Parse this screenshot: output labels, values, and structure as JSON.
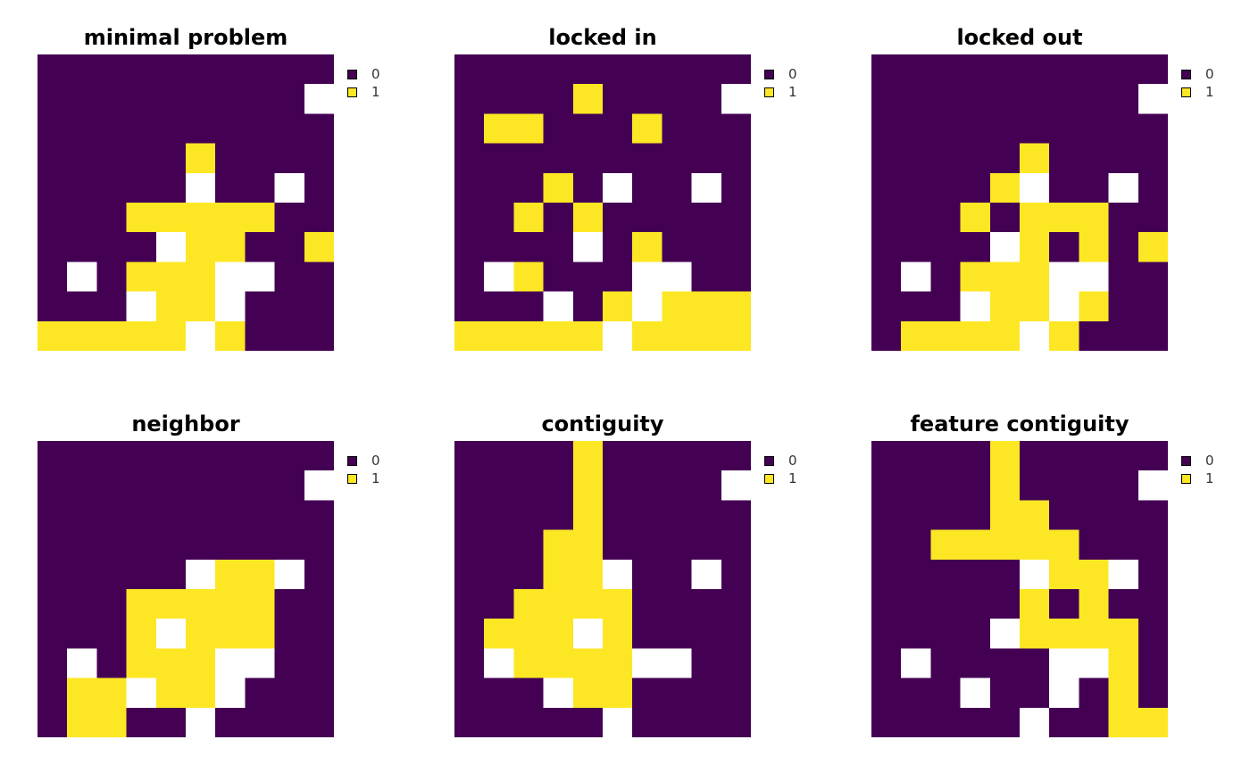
{
  "colors": {
    "0": "#440154",
    "1": "#FDE725",
    "na": "#FFFFFF"
  },
  "chart_data": [
    {
      "type": "heatmap",
      "title": "minimal problem",
      "legend": [
        {
          "value": 0,
          "label": "0"
        },
        {
          "value": 1,
          "label": "1"
        }
      ],
      "grid": [
        [
          0,
          0,
          0,
          0,
          0,
          0,
          0,
          0,
          0,
          0
        ],
        [
          0,
          0,
          0,
          0,
          0,
          0,
          0,
          0,
          0,
          null
        ],
        [
          0,
          0,
          0,
          0,
          0,
          0,
          0,
          0,
          0,
          0
        ],
        [
          0,
          0,
          0,
          0,
          0,
          1,
          0,
          0,
          0,
          0
        ],
        [
          0,
          0,
          0,
          0,
          0,
          null,
          0,
          0,
          null,
          0
        ],
        [
          0,
          0,
          0,
          1,
          1,
          1,
          1,
          1,
          0,
          0
        ],
        [
          0,
          0,
          0,
          0,
          null,
          1,
          1,
          0,
          0,
          1
        ],
        [
          0,
          null,
          0,
          1,
          1,
          1,
          null,
          null,
          0,
          0
        ],
        [
          0,
          0,
          0,
          null,
          1,
          1,
          null,
          0,
          0,
          0
        ],
        [
          1,
          1,
          1,
          1,
          1,
          null,
          1,
          0,
          0,
          0
        ]
      ]
    },
    {
      "type": "heatmap",
      "title": "locked in",
      "legend": [
        {
          "value": 0,
          "label": "0"
        },
        {
          "value": 1,
          "label": "1"
        }
      ],
      "grid": [
        [
          0,
          0,
          0,
          0,
          0,
          0,
          0,
          0,
          0,
          0
        ],
        [
          0,
          0,
          0,
          0,
          1,
          0,
          0,
          0,
          0,
          null
        ],
        [
          0,
          1,
          1,
          0,
          0,
          0,
          1,
          0,
          0,
          0
        ],
        [
          0,
          0,
          0,
          0,
          0,
          0,
          0,
          0,
          0,
          0
        ],
        [
          0,
          0,
          0,
          1,
          0,
          null,
          0,
          0,
          null,
          0
        ],
        [
          0,
          0,
          1,
          0,
          1,
          0,
          0,
          0,
          0,
          0
        ],
        [
          0,
          0,
          0,
          0,
          null,
          0,
          1,
          0,
          0,
          0
        ],
        [
          0,
          null,
          1,
          0,
          0,
          0,
          null,
          null,
          0,
          0
        ],
        [
          0,
          0,
          0,
          null,
          0,
          1,
          null,
          1,
          1,
          1
        ],
        [
          1,
          1,
          1,
          1,
          1,
          null,
          1,
          1,
          1,
          1
        ]
      ]
    },
    {
      "type": "heatmap",
      "title": "locked out",
      "legend": [
        {
          "value": 0,
          "label": "0"
        },
        {
          "value": 1,
          "label": "1"
        }
      ],
      "grid": [
        [
          0,
          0,
          0,
          0,
          0,
          0,
          0,
          0,
          0,
          0
        ],
        [
          0,
          0,
          0,
          0,
          0,
          0,
          0,
          0,
          0,
          null
        ],
        [
          0,
          0,
          0,
          0,
          0,
          0,
          0,
          0,
          0,
          0
        ],
        [
          0,
          0,
          0,
          0,
          0,
          1,
          0,
          0,
          0,
          0
        ],
        [
          0,
          0,
          0,
          0,
          1,
          null,
          0,
          0,
          null,
          0
        ],
        [
          0,
          0,
          0,
          1,
          0,
          1,
          1,
          1,
          0,
          0
        ],
        [
          0,
          0,
          0,
          0,
          null,
          1,
          0,
          1,
          0,
          1
        ],
        [
          0,
          null,
          0,
          1,
          1,
          1,
          null,
          null,
          0,
          0
        ],
        [
          0,
          0,
          0,
          null,
          1,
          1,
          null,
          1,
          0,
          0
        ],
        [
          0,
          1,
          1,
          1,
          1,
          null,
          1,
          0,
          0,
          0
        ]
      ]
    },
    {
      "type": "heatmap",
      "title": "neighbor",
      "legend": [
        {
          "value": 0,
          "label": "0"
        },
        {
          "value": 1,
          "label": "1"
        }
      ],
      "grid": [
        [
          0,
          0,
          0,
          0,
          0,
          0,
          0,
          0,
          0,
          0
        ],
        [
          0,
          0,
          0,
          0,
          0,
          0,
          0,
          0,
          0,
          null
        ],
        [
          0,
          0,
          0,
          0,
          0,
          0,
          0,
          0,
          0,
          0
        ],
        [
          0,
          0,
          0,
          0,
          0,
          0,
          0,
          0,
          0,
          0
        ],
        [
          0,
          0,
          0,
          0,
          0,
          null,
          1,
          1,
          null,
          0
        ],
        [
          0,
          0,
          0,
          1,
          1,
          1,
          1,
          1,
          0,
          0
        ],
        [
          0,
          0,
          0,
          1,
          null,
          1,
          1,
          1,
          0,
          0
        ],
        [
          0,
          null,
          0,
          1,
          1,
          1,
          null,
          null,
          0,
          0
        ],
        [
          0,
          1,
          1,
          null,
          1,
          1,
          null,
          0,
          0,
          0
        ],
        [
          0,
          1,
          1,
          0,
          0,
          null,
          0,
          0,
          0,
          0
        ]
      ]
    },
    {
      "type": "heatmap",
      "title": "contiguity",
      "legend": [
        {
          "value": 0,
          "label": "0"
        },
        {
          "value": 1,
          "label": "1"
        }
      ],
      "grid": [
        [
          0,
          0,
          0,
          0,
          1,
          0,
          0,
          0,
          0,
          0
        ],
        [
          0,
          0,
          0,
          0,
          1,
          0,
          0,
          0,
          0,
          null
        ],
        [
          0,
          0,
          0,
          0,
          1,
          0,
          0,
          0,
          0,
          0
        ],
        [
          0,
          0,
          0,
          1,
          1,
          0,
          0,
          0,
          0,
          0
        ],
        [
          0,
          0,
          0,
          1,
          1,
          null,
          0,
          0,
          null,
          0
        ],
        [
          0,
          0,
          1,
          1,
          1,
          1,
          0,
          0,
          0,
          0
        ],
        [
          0,
          1,
          1,
          1,
          null,
          1,
          0,
          0,
          0,
          0
        ],
        [
          0,
          null,
          1,
          1,
          1,
          1,
          null,
          null,
          0,
          0
        ],
        [
          0,
          0,
          0,
          null,
          1,
          1,
          0,
          0,
          0,
          0
        ],
        [
          0,
          0,
          0,
          0,
          0,
          null,
          0,
          0,
          0,
          0
        ]
      ]
    },
    {
      "type": "heatmap",
      "title": "feature contiguity",
      "legend": [
        {
          "value": 0,
          "label": "0"
        },
        {
          "value": 1,
          "label": "1"
        }
      ],
      "grid": [
        [
          0,
          0,
          0,
          0,
          1,
          0,
          0,
          0,
          0,
          0
        ],
        [
          0,
          0,
          0,
          0,
          1,
          0,
          0,
          0,
          0,
          null
        ],
        [
          0,
          0,
          0,
          0,
          1,
          1,
          0,
          0,
          0,
          0
        ],
        [
          0,
          0,
          1,
          1,
          1,
          1,
          1,
          0,
          0,
          0
        ],
        [
          0,
          0,
          0,
          0,
          0,
          null,
          1,
          1,
          null,
          0
        ],
        [
          0,
          0,
          0,
          0,
          0,
          1,
          0,
          1,
          0,
          0
        ],
        [
          0,
          0,
          0,
          0,
          null,
          1,
          1,
          1,
          1,
          0
        ],
        [
          0,
          null,
          0,
          0,
          0,
          0,
          null,
          null,
          1,
          0
        ],
        [
          0,
          0,
          0,
          null,
          0,
          0,
          null,
          0,
          1,
          0
        ],
        [
          0,
          0,
          0,
          0,
          0,
          null,
          0,
          0,
          1,
          1
        ]
      ]
    }
  ]
}
